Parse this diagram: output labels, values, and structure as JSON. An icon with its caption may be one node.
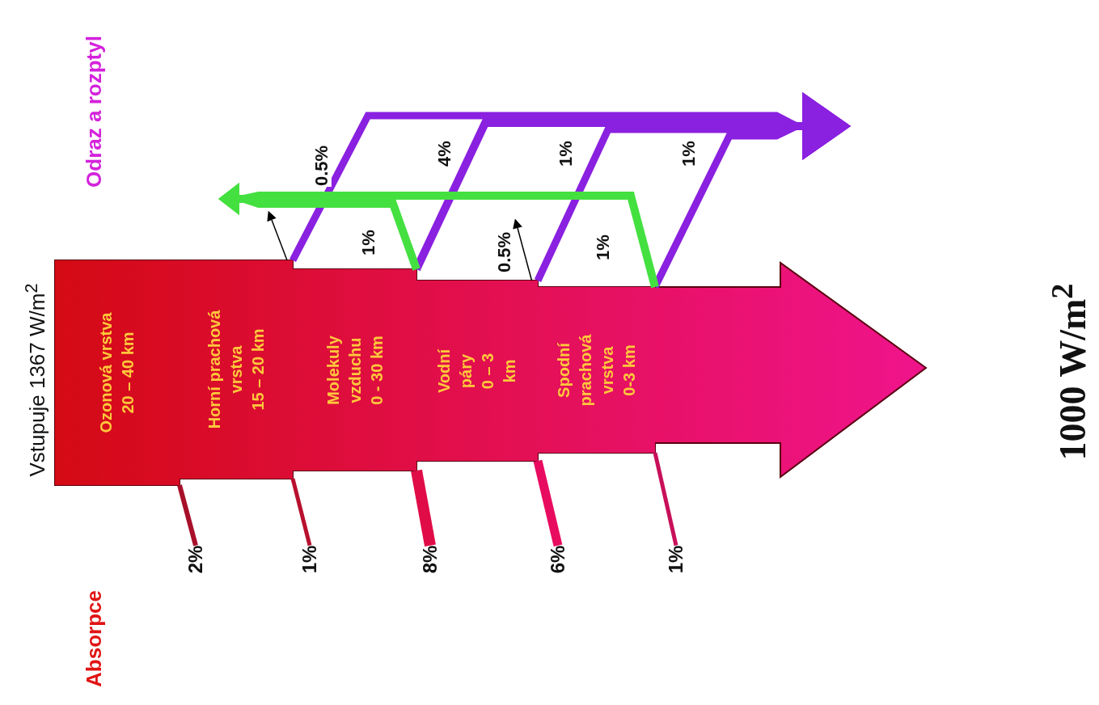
{
  "diagram": {
    "nodes": [
      {
        "text": [],
        "shape": "arrow"
      },
      {
        "text": [
          "Ozonová vrstva",
          "20 – 40 km"
        ],
        "in": 0
      },
      {
        "text": [
          "Horní prachová vrstva",
          "15 – 20 km"
        ],
        "in": 0
      },
      {
        "text": [
          "Molekuly vzduchu",
          "0 - 30 km"
        ],
        "in": 0
      },
      {
        "text": [
          "Vodní páry",
          "0 – 3 km"
        ],
        "in": 0
      },
      {
        "text": [
          "Spodní prachová vrstva",
          "0-3 km"
        ],
        "in": 0
      },
      {
        "text": [
          "2%"
        ]
      },
      {
        "text": [
          "1%"
        ]
      },
      {
        "text": [
          "8%"
        ]
      },
      {
        "text": [
          "6%"
        ]
      },
      {
        "text": [
          "1%"
        ]
      }
    ],
    "edges": [
      {
        "from": 1,
        "to": 6,
        "arrow": "none",
        "color": "#a8102a"
      },
      {
        "from": 2,
        "to": 7,
        "arrow": "none",
        "color": "#b8102e"
      },
      {
        "from": 3,
        "to": 8,
        "arrow": "none",
        "color": "#e00c48"
      },
      {
        "from": 4,
        "to": 9,
        "arrow": "none",
        "color": "#e80c60"
      },
      {
        "from": 5,
        "to": 10,
        "arrow": "none",
        "color": "#c8105a"
      },
      {
        "from": 2,
        "to": null,
        "arrow": "to",
        "label": "0.5%",
        "color": "#8a20e0"
      },
      {
        "from": 3,
        "to": null,
        "arrow": "to",
        "label": "4%",
        "color": "#8a20e0"
      },
      {
        "from": 4,
        "to": null,
        "arrow": "to",
        "label": "1%",
        "color": "#8a20e0"
      },
      {
        "from": 5,
        "to": null,
        "arrow": "to",
        "label": "1%",
        "color": "#8a20e0"
      },
      {
        "from": 3,
        "to": null,
        "arrow": "to",
        "label": "1%",
        "color": "#44e040"
      },
      {
        "from": 5,
        "to": null,
        "arrow": "to",
        "label": "1%",
        "color": "#44e040"
      },
      {
        "from": 2,
        "to": null,
        "arrow": "to",
        "color": "#000000"
      },
      {
        "from": 4,
        "to": null,
        "arrow": "to",
        "label": "0.5%",
        "color": "#000000"
      }
    ],
    "labels": [
      "Vstupuje 1367 W/m$^{2}$",
      "Odraz a rozptyl",
      "Absorpce",
      "1000 W/m$^{2}$"
    ]
  }
}
